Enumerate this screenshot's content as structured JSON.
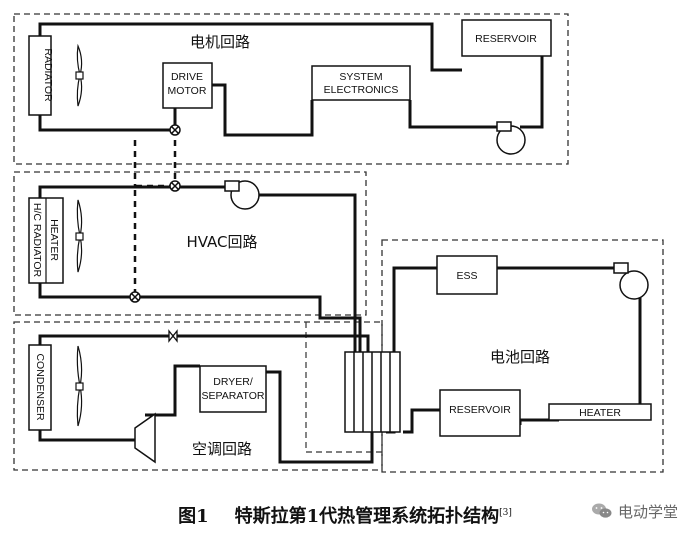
{
  "loops": {
    "motor": "电机回路",
    "hvac": "HVAC回路",
    "battery": "电池回路",
    "ac": "空调回路"
  },
  "components": {
    "radiator": "RADIATOR",
    "drive_motor_line1": "DRIVE",
    "drive_motor_line2": "MOTOR",
    "system_electronics_line1": "SYSTEM",
    "system_electronics_line2": "ELECTRONICS",
    "reservoir_top": "RESERVOIR",
    "heater_vertical": "HEATER",
    "hc_radiator": "H/C RADIATOR",
    "ess": "ESS",
    "reservoir_bottom": "RESERVOIR",
    "heater_horizontal": "HEATER",
    "condenser": "CONDENSER",
    "dryer_line1": "DRYER/",
    "dryer_line2": "SEPARATOR"
  },
  "caption": {
    "figure_number": "图1",
    "title": "特斯拉第1代热管理系统拓扑结构",
    "reference": "[3]"
  },
  "watermark": {
    "text": "电动学堂",
    "icon": "wechat-icon"
  }
}
